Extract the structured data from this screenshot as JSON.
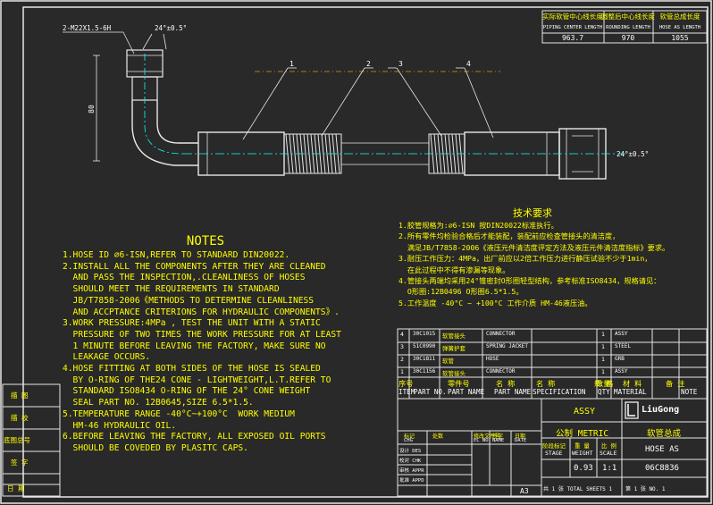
{
  "drawing": {
    "thread_label": "2-M22X1.5-6H",
    "angle_label": "24°±0.5°",
    "height_dim": "80",
    "callouts": [
      "1",
      "2",
      "3",
      "4"
    ]
  },
  "length_table": {
    "h1": "实际软管中心线长度",
    "h1e": "PIPING CENTER LENGTH",
    "h2": "圆整后中心线长度",
    "h2e": "ROUNDING LENGTH",
    "h3": "软管总成长度",
    "h3e": "HOSE AS LENGTH",
    "v1": "963.7",
    "v2": "970",
    "v3": "1055"
  },
  "tech_req": {
    "title": "技术要求",
    "lines": [
      "1.胶管规格为:∅6-ISN 按DIN20022标准执行。",
      "2.所有零件均检验合格后才能装配，装配前应检查管接头的清洁度，",
      "  满足JB/T7858-2006《液压元件清洁度评定方法及液压元件清洁度指标》要求。",
      "3.耐压工作压力：4MPa，出厂前应以2倍工作压力进行静压试验不少于1min，",
      "  在此过程中不得有渗漏等现象。",
      "4.管接头两端均采用24°锥密封O形圈轻型结构，参考标准ISO8434，规格请见：",
      "  O形圈:12B0496 O形圈6.5*1.5。",
      "5.工作温度 -40°C ~ +100°C 工作介质 HM-46液压油。"
    ]
  },
  "notes": {
    "title": "NOTES",
    "lines": [
      "1.HOSE ID ∅6-ISN,REFER TO STANDARD DIN20022.",
      "2.INSTALL ALL THE COMPONENTS AFTER THEY ARE CLEANED",
      "  AND PASS THE INSPECTION,.CLEANLINESS OF HOSES",
      "  SHOULD MEET THE REQUIREMENTS IN STANDARD",
      "  JB/T7858-2006《METHODS TO DETERMINE CLEANLINESS",
      "  AND ACCPTANCE CRITERIONS FOR HYDRAULIC COMPONENTS》.",
      "3.WORK PRESSURE:4MPa , TEST THE UNIT WITH A STATIC",
      "  PRESSURE OF TWO TIMES THE WORK PRESSURE FOR AT LEAST",
      "  1 MINUTE BEFORE LEAVING THE FACTORY, MAKE SURE NO",
      "  LEAKAGE OCCURS.",
      "4.HOSE FITTING AT BOTH SIDES OF THE HOSE IS SEALED",
      "  BY O-RING OF THE24 CONE - LIGHTWEIGHT,L.T.REFER TO",
      "  STANDARD ISO8434 O-RING OF THE 24° CONE WEIGHT",
      "  SEAL PART NO. 12B0645,SIZE 6.5*1.5.",
      "5.TEMPERATURE RANGE -40°C~+100°C  WORK MEDIUM",
      "  HM-46 HYDRAULIC OIL.",
      "6.BEFORE LEAVING THE FACTORY, ALL EXPOSED OIL PORTS",
      "  SHOULD BE COVEDED BY PLASITC CAPS."
    ]
  },
  "left_strip": [
    "描 图",
    "描 校",
    "底图总号",
    "签 字",
    "日 期"
  ],
  "bom": {
    "rows": [
      {
        "no": "4",
        "part_no": "30C1015",
        "name_cn": "软管接头",
        "name_en": "CONNECTOR",
        "spec": "",
        "qty": "1",
        "material": "ASSY",
        "note": ""
      },
      {
        "no": "3",
        "part_no": "51C0990",
        "name_cn": "弹簧护套",
        "name_en": "SPRING JACKET",
        "spec": "",
        "qty": "1",
        "material": "STEEL",
        "note": ""
      },
      {
        "no": "2",
        "part_no": "30C1811",
        "name_cn": "软管",
        "name_en": "HOSE",
        "spec": "",
        "qty": "1",
        "material": "GRB",
        "note": ""
      },
      {
        "no": "1",
        "part_no": "30C1156",
        "name_cn": "软管接头",
        "name_en": "CONNECTOR",
        "spec": "",
        "qty": "1",
        "material": "ASSY",
        "note": ""
      }
    ],
    "header_cn": [
      "序号",
      "零件号",
      "名 称",
      "名 称",
      "规 格",
      "数量",
      "材 料",
      "备 注"
    ],
    "header_en": [
      "ITEM",
      "PART NO.",
      "PART NAME",
      "PART NAME",
      "SPECIFICATION",
      "QTY",
      "MATERIAL",
      "NOTE"
    ]
  },
  "title_block": {
    "assy": "ASSY",
    "company": "LiuGong",
    "metric": "公制 METRIC",
    "name_cn": "软管总成",
    "name_en": "HOSE AS",
    "part_no": "06C8836",
    "weight": "0.93",
    "scale": "1:1",
    "sheet_size": "A3",
    "stage_label": "阶段标记",
    "stage_en": "STAGE",
    "weight_label": "重 量",
    "weight_en": "WEIGHT",
    "scale_label": "比 例",
    "scale_en": "SCALE",
    "change_cn": [
      "标记",
      "处数",
      "修改文件号",
      "签字",
      "日期"
    ],
    "change_en": [
      "CHG",
      "",
      "EC NO.",
      "NAME",
      "DATE"
    ],
    "sign_rows": [
      "设计 DES",
      "校对 CHK",
      "审核 APPR",
      "批准 APPD"
    ],
    "total_sheets": "共 1 张 TOTAL SHEETS 1",
    "sheet_no": "第 1 张 NO. 1"
  }
}
